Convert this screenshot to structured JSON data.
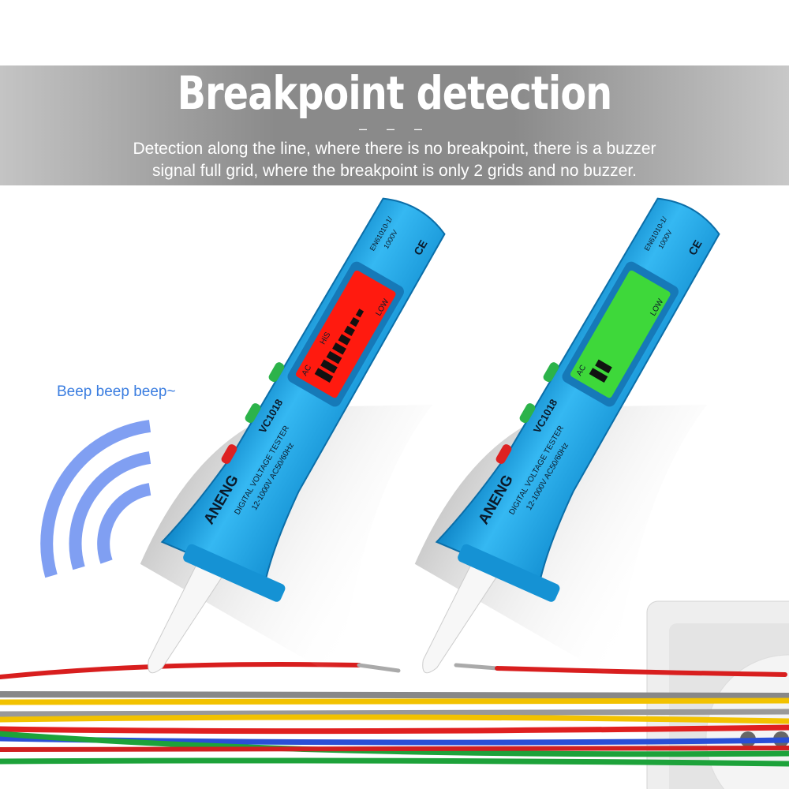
{
  "header": {
    "title": "Breakpoint detection",
    "divider": "– – –",
    "subtitle_line1": "Detection along the line, where there is no breakpoint, there is a buzzer",
    "subtitle_line2": "signal full grid, where the breakpoint is only 2 grids and no buzzer."
  },
  "sound_label": "Beep beep beep~",
  "testers": [
    {
      "screen_color": "#ff1a0f",
      "bars_lit": 8,
      "hi_label": "HiS",
      "low_label": "LOW",
      "ac_label": "AC",
      "buzzer": true
    },
    {
      "screen_color": "#3ed83a",
      "bars_lit": 2,
      "hi_label": "",
      "low_label": "LOW",
      "ac_label": "AC",
      "buzzer": false
    }
  ],
  "tester_labels": {
    "brand": "ANENG",
    "model": "VC1018",
    "type": "DIGITAL VOLTAGE TESTER",
    "range": "12-1000V AC50/60Hz",
    "standard": "EN61010-1/",
    "rating": "1000V",
    "ce": "CE"
  },
  "colors": {
    "body": "#1fa8e8",
    "banner": "#8a8a8a",
    "accent_text": "#3a7de0"
  }
}
